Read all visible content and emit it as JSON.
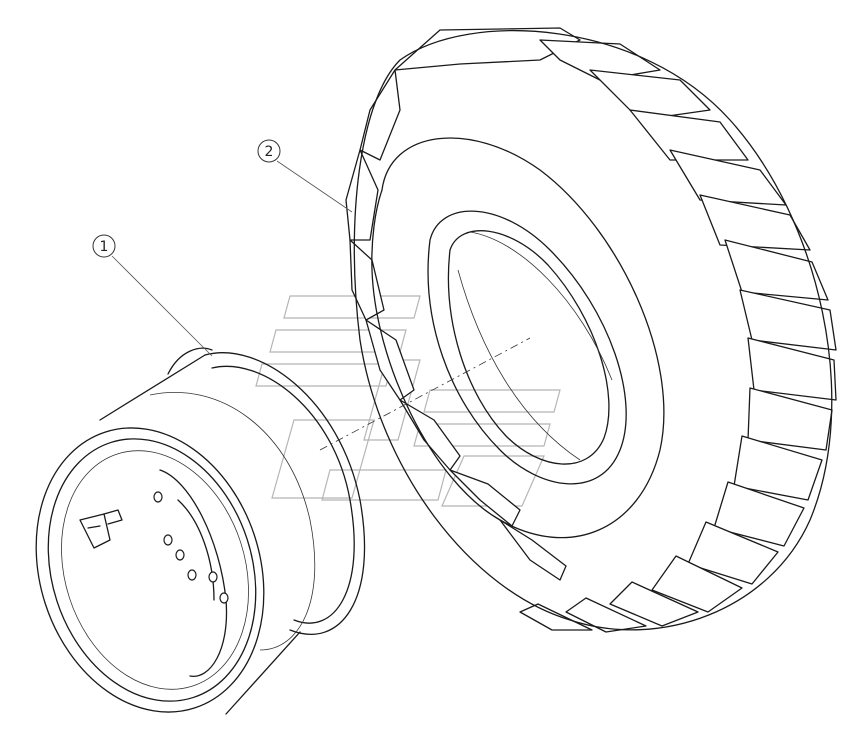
{
  "callouts": [
    {
      "id": "rim",
      "label": "1"
    },
    {
      "id": "tire",
      "label": "2"
    }
  ],
  "colors": {
    "line": "#1a1a1a",
    "watermark": "#b5b5b5",
    "background": "#ffffff"
  }
}
